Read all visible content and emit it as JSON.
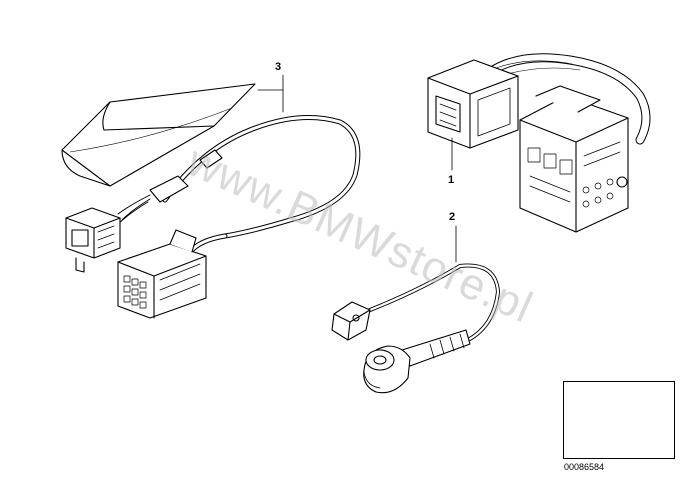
{
  "callouts": {
    "part_1": "1",
    "part_2": "2",
    "part_3": "3"
  },
  "watermark": "www.BMWstore.pl",
  "diagram_id": "00086584",
  "colors": {
    "line": "#000000",
    "background": "#ffffff",
    "watermark": "#bdbdbd"
  }
}
